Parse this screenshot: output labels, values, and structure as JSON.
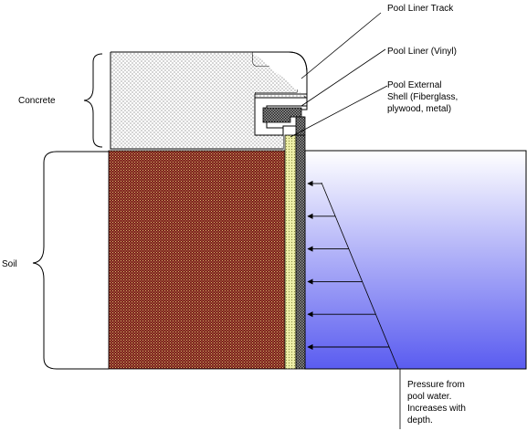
{
  "labels": {
    "concrete": "Concrete",
    "soil": "Soil",
    "liner_track": "Pool Liner Track",
    "liner_vinyl": "Pool Liner (Vinyl)",
    "shell_line1": "Pool External",
    "shell_line2": "Shell (Fiberglass,",
    "shell_line3": "plywood, metal)",
    "pressure_line1": "Pressure from",
    "pressure_line2": "pool water.",
    "pressure_line3": "Increases with",
    "pressure_line4": "depth."
  },
  "colors": {
    "soil_fill": "#7a1a1a",
    "soil_dots": "#d8c070",
    "shell_fill": "#eef0a8",
    "liner_fill": "#888888",
    "water_top": "#ffffff",
    "water_bottom": "#5a5cf0",
    "concrete_fill": "#ffffff",
    "line": "#000000"
  },
  "pressure_arrow_count": 6
}
